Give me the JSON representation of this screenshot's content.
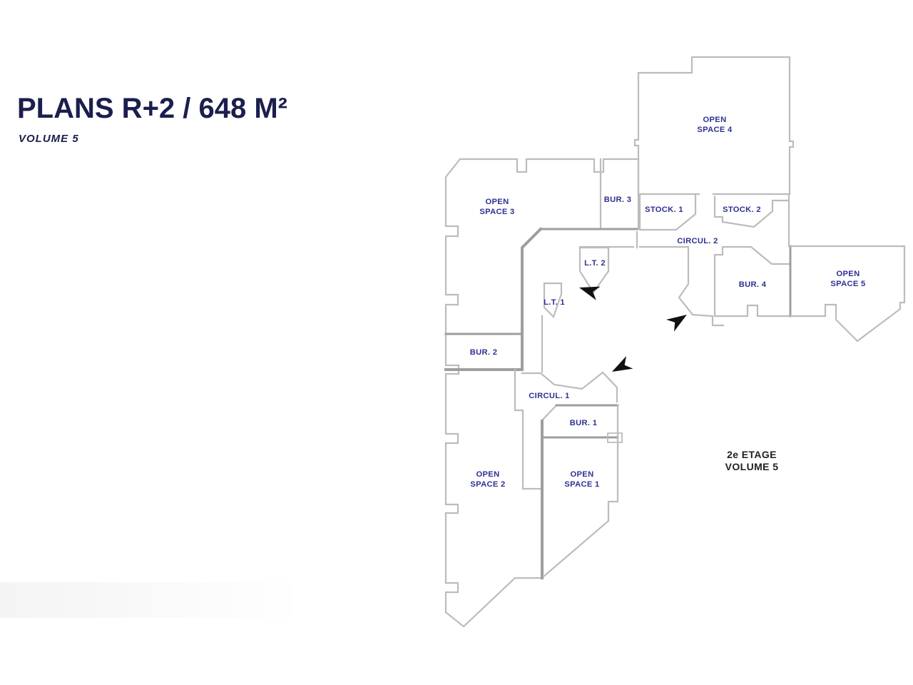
{
  "header": {
    "title": "PLANS R+2 / 648 M²",
    "subtitle": "VOLUME 5"
  },
  "plan": {
    "floor_label": {
      "line1": "2e ETAGE",
      "line2": "VOLUME 5"
    },
    "rooms": [
      {
        "id": "open-space-4",
        "line1": "OPEN",
        "line2": "SPACE 4"
      },
      {
        "id": "open-space-3",
        "line1": "OPEN",
        "line2": "SPACE 3"
      },
      {
        "id": "bur-3",
        "line1": "BUR. 3"
      },
      {
        "id": "stock-1",
        "line1": "STOCK. 1"
      },
      {
        "id": "stock-2",
        "line1": "STOCK. 2"
      },
      {
        "id": "circul-2",
        "line1": "CIRCUL. 2"
      },
      {
        "id": "lt-2",
        "line1": "L.T. 2"
      },
      {
        "id": "lt-1",
        "line1": "L.T. 1"
      },
      {
        "id": "bur-4",
        "line1": "BUR. 4"
      },
      {
        "id": "open-space-5",
        "line1": "OPEN",
        "line2": "SPACE 5"
      },
      {
        "id": "bur-2",
        "line1": "BUR. 2"
      },
      {
        "id": "circul-1",
        "line1": "CIRCUL. 1"
      },
      {
        "id": "bur-1",
        "line1": "BUR. 1"
      },
      {
        "id": "open-space-2",
        "line1": "OPEN",
        "line2": "SPACE 2"
      },
      {
        "id": "open-space-1",
        "line1": "OPEN",
        "line2": "SPACE 1"
      }
    ],
    "colors": {
      "room_label": "#2e3192",
      "wall": "#bcbcbc",
      "wall_dark": "#9e9e9e",
      "title": "#1b1f4e",
      "floor_label": "#1f1f1f",
      "arrow": "#111111"
    }
  }
}
